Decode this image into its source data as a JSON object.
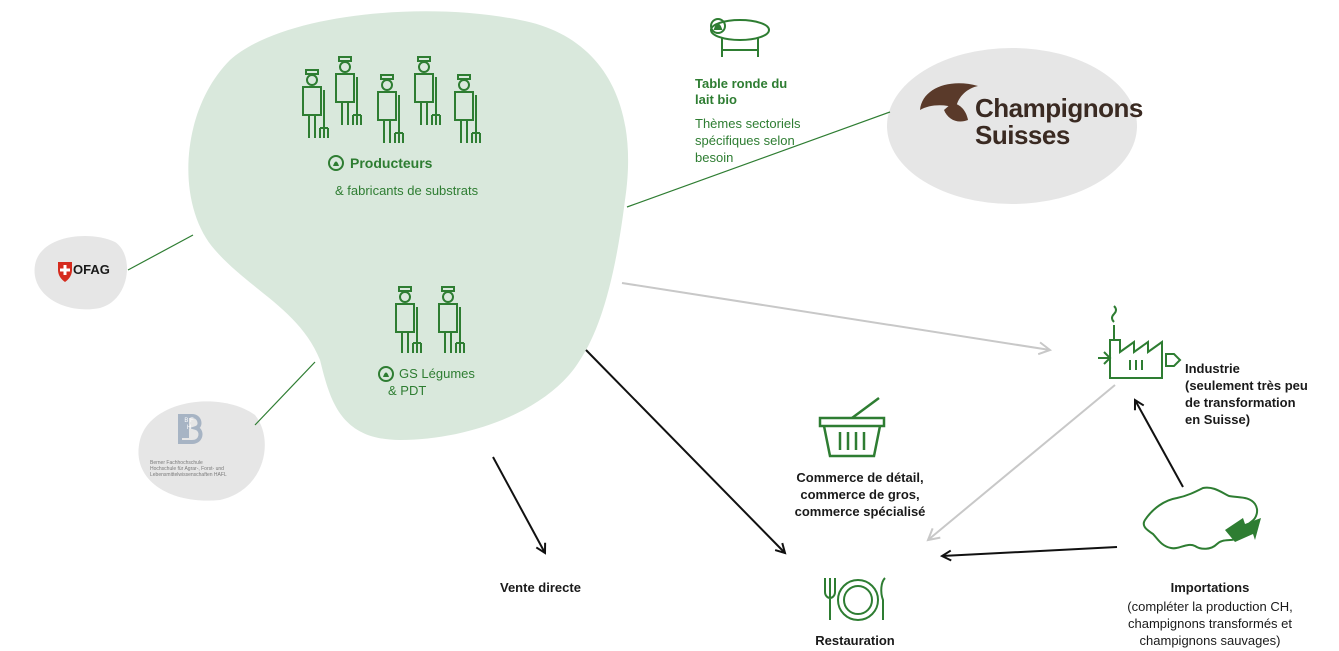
{
  "colors": {
    "primary_green": "#2e7d32",
    "blob_fill": "#d9e8dc",
    "grey_blob": "#e6e6e6",
    "grey_arrow": "#c8c8c8",
    "dark_arrow": "#111111",
    "swiss_red": "#d52b1e"
  },
  "producers": {
    "label": "Producteurs",
    "sublabel": "& fabricants de substrats",
    "icon": "farmers-group-icon"
  },
  "gs_legumes": {
    "line1": "GS Légumes",
    "line2": "& PDT",
    "icon": "farmers-pair-icon"
  },
  "table_ronde": {
    "title_line1": "Table ronde du",
    "title_line2": "lait bio",
    "desc_line1": "Thèmes  sectoriels",
    "desc_line2": "spécifiques selon",
    "desc_line3": "besoin",
    "icon": "round-table-icon"
  },
  "champignons_logo": {
    "line1": "Champignons",
    "line2": "Suisses",
    "icon": "mushroom-icon"
  },
  "ofag": {
    "label": "OFAG",
    "icon": "swiss-shield-icon"
  },
  "bfh": {
    "letters": "B F H",
    "line1": "Berner Fachhochschule",
    "line2": "Hochschule für Agrar-, Forst- und",
    "line3": "Lebensmittelwissenschaften HAFL",
    "icon": "bfh-logo-icon"
  },
  "industrie": {
    "line1": "Industrie",
    "line2": "(seulement très peu",
    "line3": "de transformation",
    "line4": "en Suisse)",
    "icon": "factory-icon"
  },
  "commerce": {
    "line1": "Commerce de détail,",
    "line2": "commerce de gros,",
    "line3": "commerce spécialisé",
    "icon": "basket-icon"
  },
  "vente": {
    "label": "Vente directe"
  },
  "restauration": {
    "label": "Restauration",
    "icon": "cutlery-plate-icon"
  },
  "importations": {
    "title": "Importations",
    "line1": "(compléter la production CH,",
    "line2": "champignons transformés et",
    "line3": "champignons sauvages)",
    "icon": "switzerland-map-icon"
  }
}
